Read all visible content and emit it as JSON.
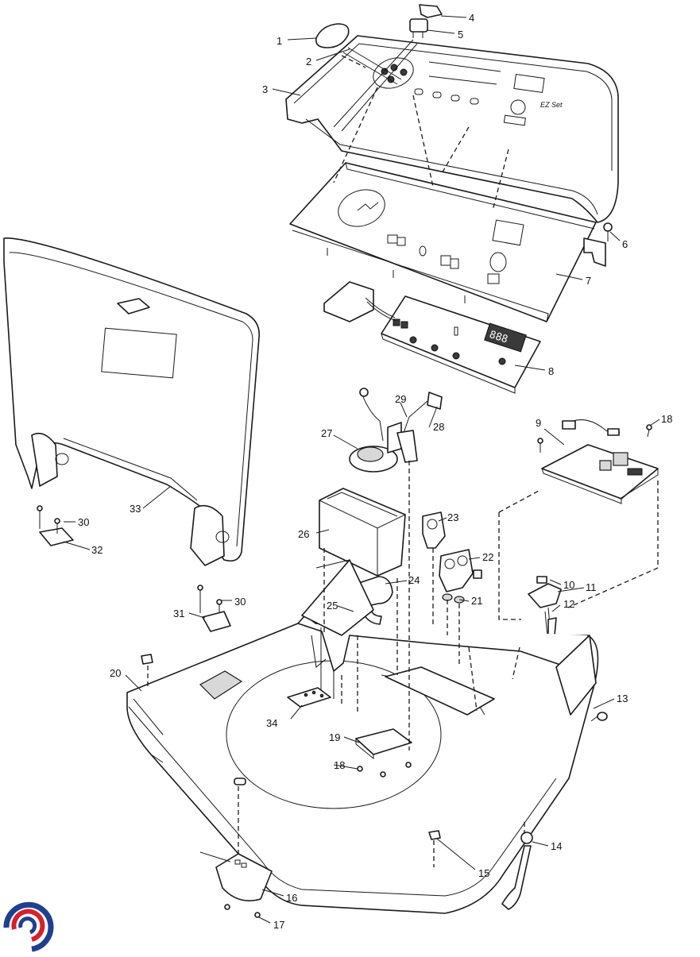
{
  "diagram": {
    "callouts": [
      "1",
      "2",
      "3",
      "4",
      "5",
      "6",
      "7",
      "8",
      "9",
      "10",
      "11",
      "12",
      "13",
      "14",
      "15",
      "16",
      "17",
      "18",
      "18",
      "19",
      "20",
      "21",
      "22",
      "23",
      "24",
      "25",
      "26",
      "27",
      "28",
      "29",
      "30",
      "30",
      "31",
      "32",
      "33",
      "34"
    ]
  },
  "colors": {
    "line": "#1a1a1a",
    "logo_blue": "#1f3f8f",
    "logo_red": "#d6202a"
  },
  "icons": [
    "brand-logo-icon"
  ]
}
